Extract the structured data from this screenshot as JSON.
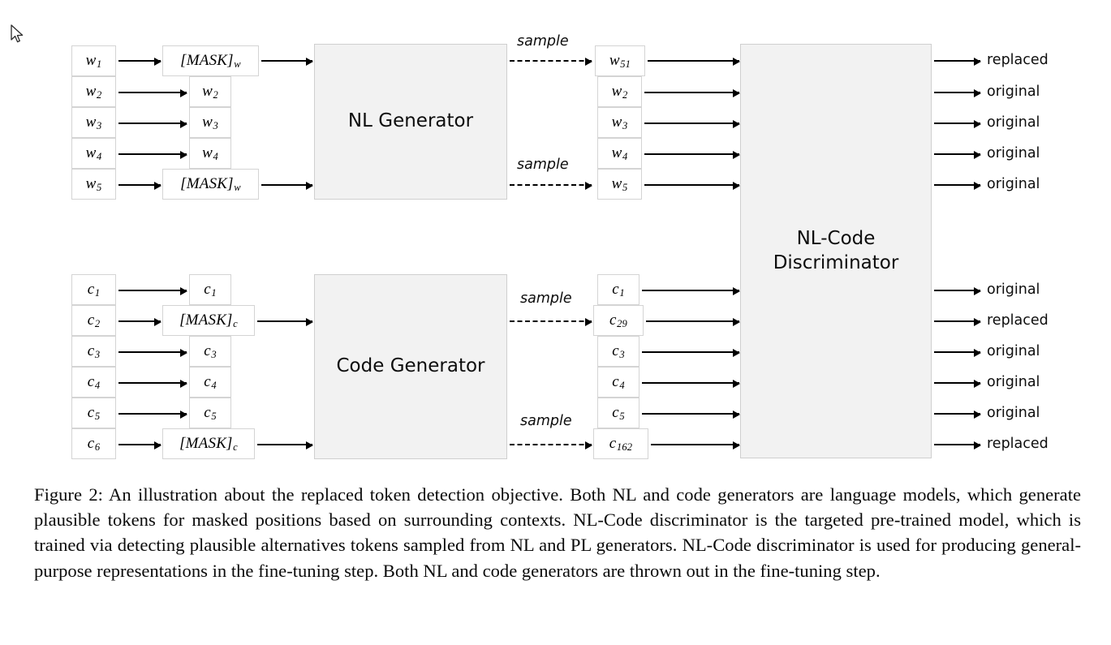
{
  "figure": {
    "caption": "Figure 2: An illustration about the replaced token detection objective. Both NL and code generators are language models, which generate plausible tokens for masked positions based on surrounding contexts. NL-Code discriminator is the targeted pre-trained model, which is trained via detecting plausible alternatives tokens sampled from NL and PL generators. NL-Code discriminator is used for producing general-purpose representations in the fine-tuning step. Both NL and code generators are thrown out in the fine-tuning step."
  },
  "colors": {
    "box_fill": "#f2f2f2",
    "box_border": "#cfcfcf",
    "token_border": "#d4d4d4",
    "arrow": "#000000",
    "page_background": "#ffffff"
  },
  "nl_row": {
    "input_tokens": [
      {
        "base": "w",
        "sub": "1"
      },
      {
        "base": "w",
        "sub": "2"
      },
      {
        "base": "w",
        "sub": "3"
      },
      {
        "base": "w",
        "sub": "4"
      },
      {
        "base": "w",
        "sub": "5"
      }
    ],
    "masked_tokens": [
      {
        "text": "[MASK]",
        "sub": "w",
        "masked": true
      },
      {
        "base": "w",
        "sub": "2",
        "masked": false
      },
      {
        "base": "w",
        "sub": "3",
        "masked": false
      },
      {
        "base": "w",
        "sub": "4",
        "masked": false
      },
      {
        "text": "[MASK]",
        "sub": "w",
        "masked": true
      }
    ],
    "generator_label": "NL Generator",
    "sample_label_top": "sample",
    "sample_label_bottom": "sample",
    "sampled_tokens": [
      {
        "base": "w",
        "sub": "51",
        "sampled": true
      },
      {
        "base": "w",
        "sub": "2",
        "sampled": false
      },
      {
        "base": "w",
        "sub": "3",
        "sampled": false
      },
      {
        "base": "w",
        "sub": "4",
        "sampled": false
      },
      {
        "base": "w",
        "sub": "5",
        "sampled": false
      }
    ],
    "outcomes": [
      "replaced",
      "original",
      "original",
      "original",
      "original"
    ]
  },
  "code_row": {
    "input_tokens": [
      {
        "base": "c",
        "sub": "1"
      },
      {
        "base": "c",
        "sub": "2"
      },
      {
        "base": "c",
        "sub": "3"
      },
      {
        "base": "c",
        "sub": "4"
      },
      {
        "base": "c",
        "sub": "5"
      },
      {
        "base": "c",
        "sub": "6"
      }
    ],
    "masked_tokens": [
      {
        "base": "c",
        "sub": "1",
        "masked": false
      },
      {
        "text": "[MASK]",
        "sub": "c",
        "masked": true
      },
      {
        "base": "c",
        "sub": "3",
        "masked": false
      },
      {
        "base": "c",
        "sub": "4",
        "masked": false
      },
      {
        "base": "c",
        "sub": "5",
        "masked": false
      },
      {
        "text": "[MASK]",
        "sub": "c",
        "masked": true
      }
    ],
    "generator_label": "Code Generator",
    "sample_label_top": "sample",
    "sample_label_bottom": "sample",
    "sampled_tokens": [
      {
        "base": "c",
        "sub": "1",
        "sampled": false
      },
      {
        "base": "c",
        "sub": "29",
        "sampled": true
      },
      {
        "base": "c",
        "sub": "3",
        "sampled": false
      },
      {
        "base": "c",
        "sub": "4",
        "sampled": false
      },
      {
        "base": "c",
        "sub": "5",
        "sampled": false
      },
      {
        "base": "c",
        "sub": "162",
        "sampled": true
      }
    ],
    "outcomes": [
      "original",
      "replaced",
      "original",
      "original",
      "original",
      "replaced"
    ]
  },
  "discriminator": {
    "label_line1": "NL-Code",
    "label_line2": "Discriminator"
  }
}
